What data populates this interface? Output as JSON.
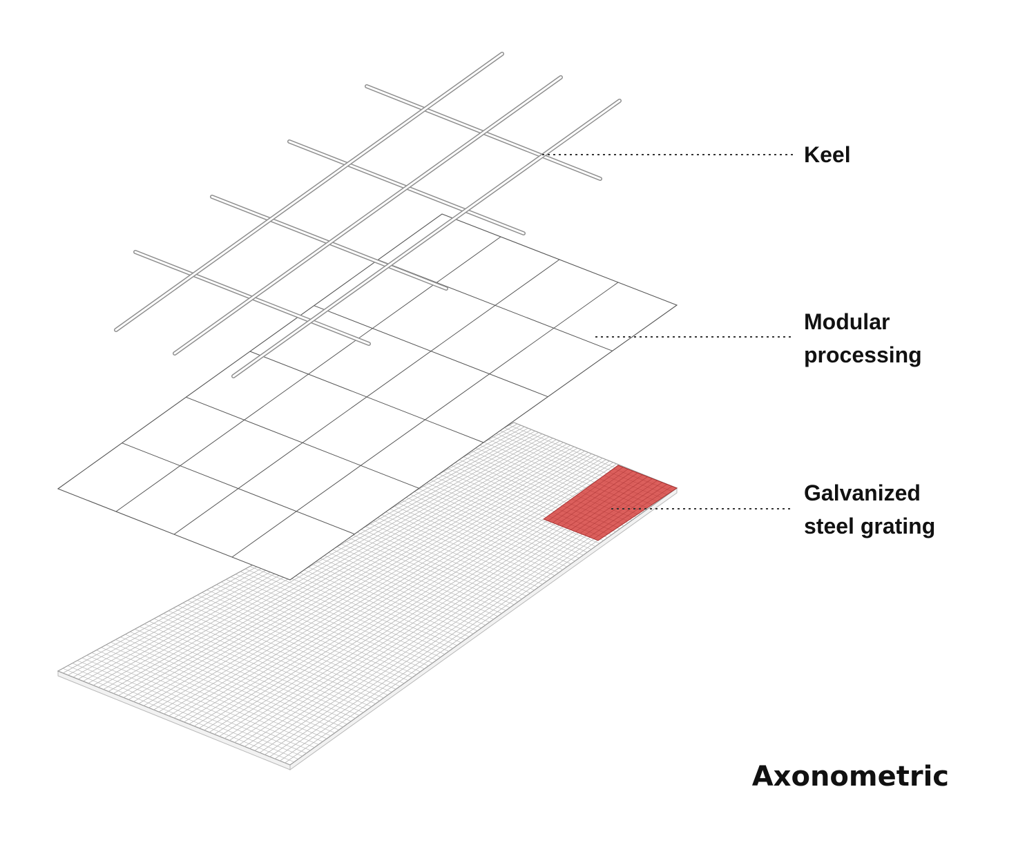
{
  "diagram": {
    "title": "Axonometric",
    "layers": [
      {
        "id": "keel",
        "lines": [
          "Keel"
        ]
      },
      {
        "id": "modular",
        "lines": [
          "Modular",
          "processing"
        ]
      },
      {
        "id": "grating",
        "lines": [
          "Galvanized",
          "steel grating"
        ]
      }
    ]
  },
  "colors": {
    "highlight_fill": "#d9534f",
    "highlight_stroke": "#a83232",
    "grating_line": "#b8b8b8",
    "module_line": "#555555",
    "keel_line": "#8f8f8f",
    "text": "#111111"
  }
}
